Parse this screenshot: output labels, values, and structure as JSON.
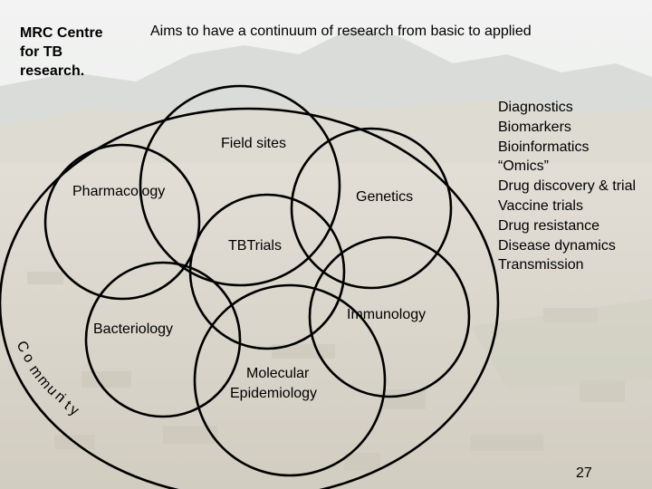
{
  "header": {
    "title_lines": [
      "MRC Centre",
      "for TB",
      "research."
    ],
    "aims": "Aims to have a continuum of research from basic to applied"
  },
  "diagram": {
    "circles": {
      "field_sites": "Field sites",
      "pharmacology": "Pharmacology",
      "genetics": "Genetics",
      "tbtrials": "TBTrials",
      "immunology": "Immunology",
      "bacteriology": "Bacteriology",
      "molecular_line1": "Molecular",
      "molecular_line2": "Epidemiology"
    },
    "outer_label": "Community"
  },
  "topics": [
    "Diagnostics",
    "Biomarkers",
    "Bioinformatics",
    "“Omics”",
    "Drug discovery & trial",
    "Vaccine trials",
    "Drug resistance",
    "Disease dynamics",
    "Transmission"
  ],
  "footer": {
    "slide_number": "27"
  },
  "colors": {
    "stroke": "#000000",
    "sky": "#e9ebe9",
    "ground": "#d8d3c8"
  }
}
